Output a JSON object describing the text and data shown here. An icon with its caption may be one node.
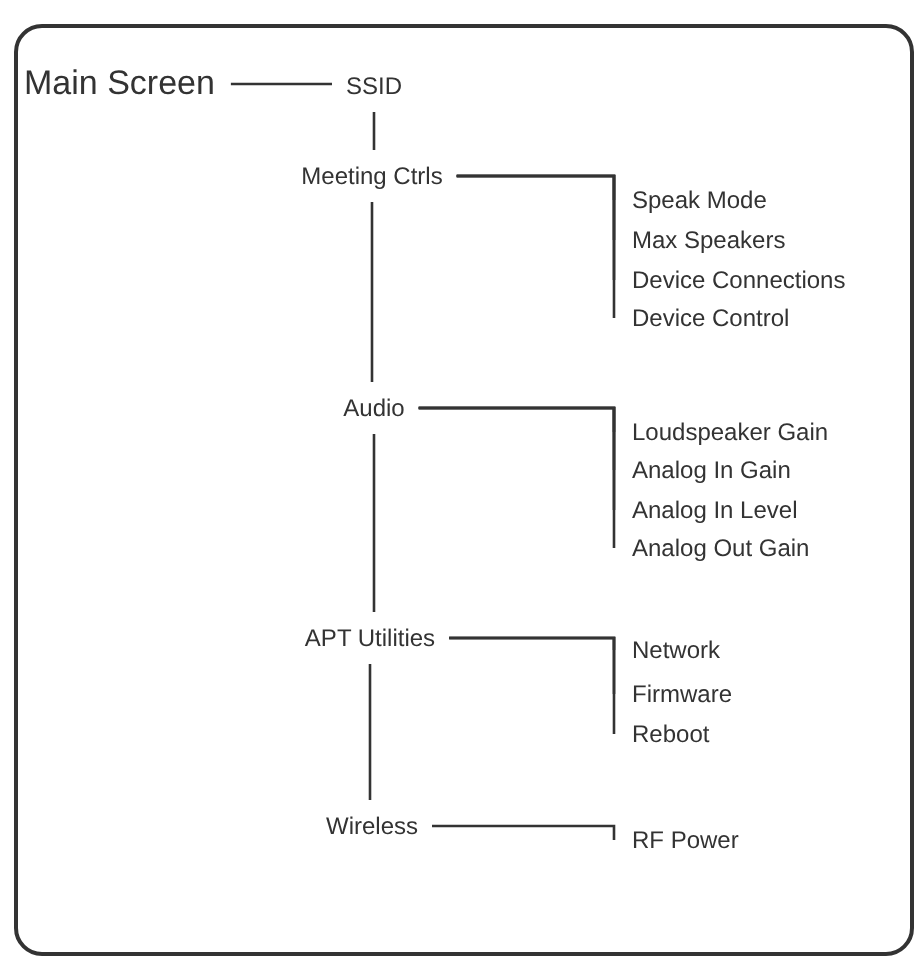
{
  "diagram": {
    "nodes": [
      {
        "text": [],
        "shape": "box"
      },
      {
        "text": [
          "Main Screen"
        ],
        "in": 0
      },
      {
        "text": [
          "SSID"
        ],
        "in": 0
      },
      {
        "text": [
          "Meeting Ctrls"
        ],
        "in": 0
      },
      {
        "text": [
          "Speak Mode"
        ],
        "in": 0
      },
      {
        "text": [
          "Max Speakers"
        ],
        "in": 0
      },
      {
        "text": [
          "Device Connections"
        ],
        "in": 0
      },
      {
        "text": [
          "Device Control"
        ],
        "in": 0
      },
      {
        "text": [
          "Audio"
        ],
        "in": 0
      },
      {
        "text": [
          "Loudspeaker Gain"
        ],
        "in": 0
      },
      {
        "text": [
          "Analog In Gain"
        ],
        "in": 0
      },
      {
        "text": [
          "Analog In Level"
        ],
        "in": 0
      },
      {
        "text": [
          "Analog Out Gain"
        ],
        "in": 0
      },
      {
        "text": [
          "APT Utilities"
        ],
        "in": 0
      },
      {
        "text": [
          "Network"
        ],
        "in": 0
      },
      {
        "text": [
          "Firmware"
        ],
        "in": 0
      },
      {
        "text": [
          "Reboot"
        ],
        "in": 0
      },
      {
        "text": [
          "Wireless"
        ],
        "in": 0
      },
      {
        "text": [
          "RF Power"
        ],
        "in": 0
      }
    ],
    "edges": [
      {
        "from": 1,
        "to": 2,
        "arrow": "none"
      },
      {
        "from": 2,
        "to": 3,
        "arrow": "none"
      },
      {
        "from": 3,
        "to": 4,
        "arrow": "none"
      },
      {
        "from": 3,
        "to": 5,
        "arrow": "none"
      },
      {
        "from": 3,
        "to": 6,
        "arrow": "none"
      },
      {
        "from": 3,
        "to": 7,
        "arrow": "none"
      },
      {
        "from": 3,
        "to": 8,
        "arrow": "none"
      },
      {
        "from": 8,
        "to": 9,
        "arrow": "none"
      },
      {
        "from": 8,
        "to": 10,
        "arrow": "none"
      },
      {
        "from": 8,
        "to": 11,
        "arrow": "none"
      },
      {
        "from": 8,
        "to": 12,
        "arrow": "none"
      },
      {
        "from": 8,
        "to": 13,
        "arrow": "none"
      },
      {
        "from": 13,
        "to": 14,
        "arrow": "none"
      },
      {
        "from": 13,
        "to": 15,
        "arrow": "none"
      },
      {
        "from": 13,
        "to": 16,
        "arrow": "none"
      },
      {
        "from": 13,
        "to": 17,
        "arrow": "none"
      },
      {
        "from": 17,
        "to": 18,
        "arrow": "none"
      }
    ]
  }
}
